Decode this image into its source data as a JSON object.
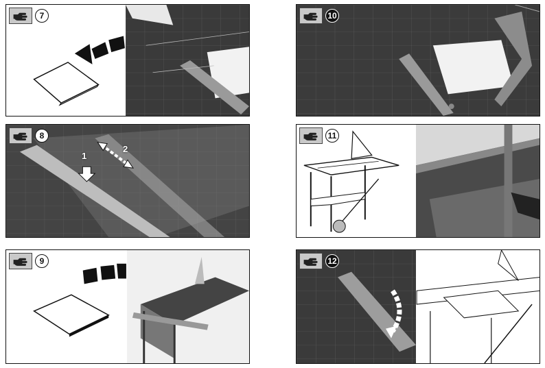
{
  "steps": [
    {
      "number": "7",
      "filled": false
    },
    {
      "number": "8",
      "filled": false,
      "markers": [
        "1",
        "2"
      ]
    },
    {
      "number": "9",
      "filled": false
    },
    {
      "number": "10",
      "filled": true
    },
    {
      "number": "11",
      "filled": false
    },
    {
      "number": "12",
      "filled": true
    }
  ],
  "icons": {
    "badge": "hand-pointing-icon"
  },
  "colors": {
    "photo_dark": "#3a3a3a",
    "paper": "#f2f2f2",
    "badge_bg": "#c9c9c9"
  }
}
